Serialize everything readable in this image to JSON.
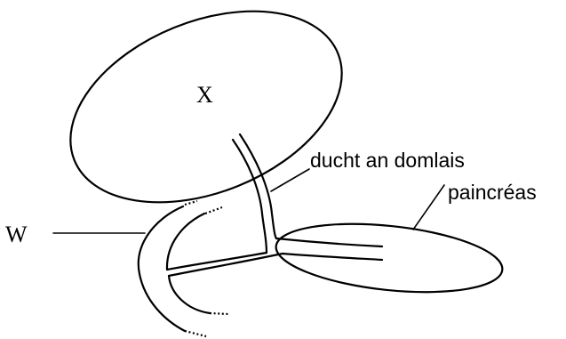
{
  "labels": {
    "organ_x": "X",
    "organ_w": "W",
    "bile_duct": "ducht an domlais",
    "pancreas": "paincréas"
  }
}
